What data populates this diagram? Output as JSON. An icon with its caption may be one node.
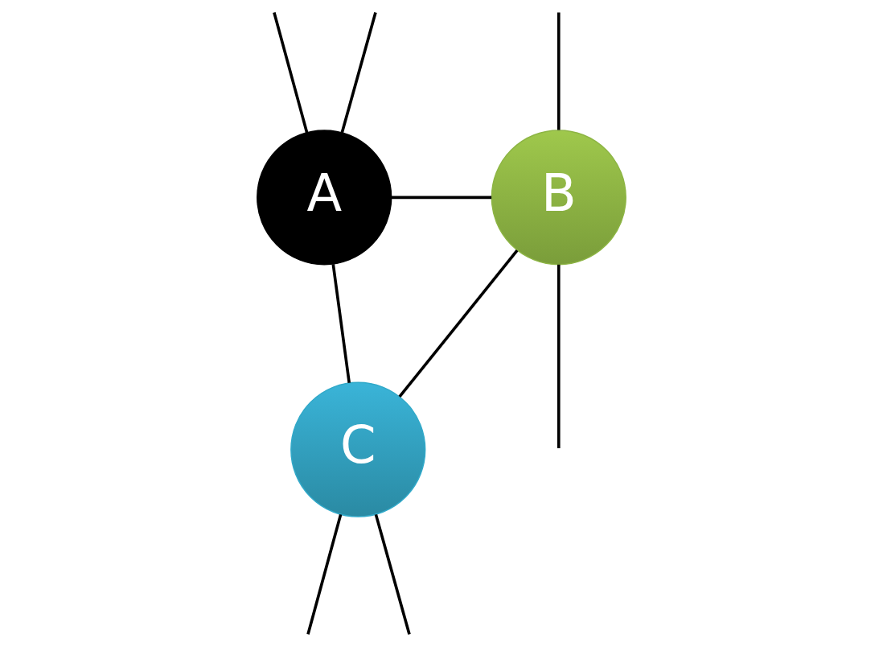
{
  "diagram": {
    "nodes": [
      {
        "text": [
          "A"
        ]
      },
      {
        "text": [
          "B"
        ]
      },
      {
        "text": [
          "C"
        ]
      }
    ],
    "edges": [
      {
        "from": null,
        "to": 0,
        "arrow": "none"
      },
      {
        "from": null,
        "to": 0,
        "arrow": "none"
      },
      {
        "from": null,
        "to": 1,
        "arrow": "none"
      },
      {
        "from": 1,
        "to": null,
        "arrow": "none"
      },
      {
        "from": 0,
        "to": 1,
        "arrow": "none"
      },
      {
        "from": 0,
        "to": 2,
        "arrow": "none"
      },
      {
        "from": 1,
        "to": 2,
        "arrow": "none"
      },
      {
        "from": 2,
        "to": null,
        "arrow": "none"
      },
      {
        "from": 2,
        "to": null,
        "arrow": "none"
      }
    ]
  }
}
